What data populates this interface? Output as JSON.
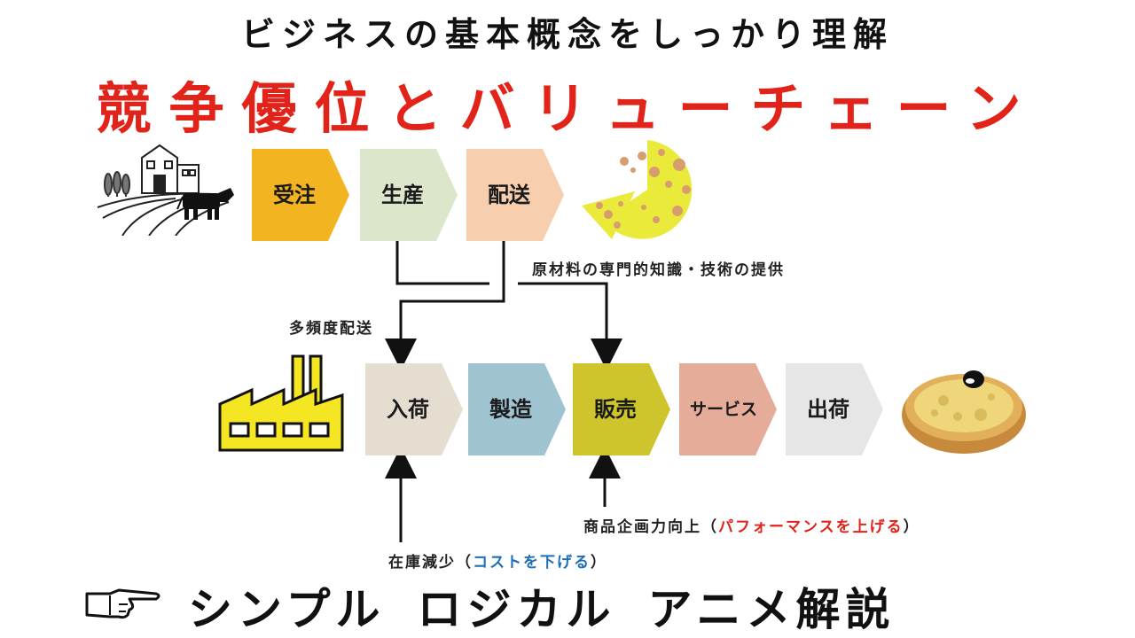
{
  "header": {
    "subtitle": "ビジネスの基本概念をしっかり理解",
    "title": "競争優位とバリューチェーン"
  },
  "colors": {
    "title_red": "#e2231a",
    "highlight_blue": "#1d6fb8",
    "highlight_red": "#e2231a",
    "factory_yellow": "#f5e624"
  },
  "supplier_chain": [
    {
      "label": "受注",
      "color": "#f2b420"
    },
    {
      "label": "生産",
      "color": "#dbe6cb"
    },
    {
      "label": "配送",
      "color": "#f7cfae"
    }
  ],
  "company_chain": [
    {
      "label": "入荷",
      "color": "#e6ddd1"
    },
    {
      "label": "製造",
      "color": "#9fc3d1"
    },
    {
      "label": "販売",
      "color": "#cec42c"
    },
    {
      "label": "サービス",
      "color": "#e4ac99"
    },
    {
      "label": "出荷",
      "color": "#e6e6e6"
    }
  ],
  "notes": {
    "expertise": "原材料の専門的知識・技術の提供",
    "frequent_delivery": "多頻度配送",
    "product_planning_prefix": "商品企画力向上（",
    "product_planning_highlight": "パフォーマンスを上げる",
    "product_planning_suffix": "）",
    "inventory_prefix": "在庫減少（",
    "inventory_highlight": "コストを下げる",
    "inventory_suffix": "）"
  },
  "footer": {
    "word1": "シンプル",
    "word2": "ロジカル",
    "word3": "アニメ解説"
  },
  "icons": {
    "farm": "farm-icon",
    "cheese": "cheese-icon",
    "factory": "factory-icon",
    "tart": "cheese-tart-icon",
    "pointing_hand": "pointing-hand-icon"
  }
}
